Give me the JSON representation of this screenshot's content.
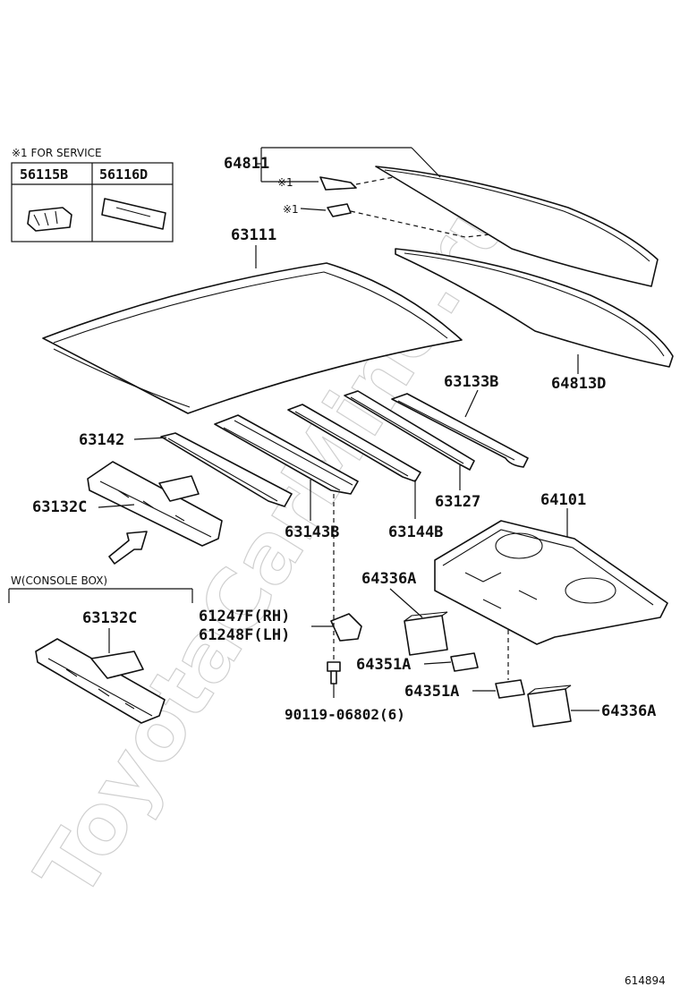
{
  "service_box": {
    "title": "※1 FOR SERVICE",
    "col1": "56115B",
    "col2": "56116D"
  },
  "console_box": {
    "title": "W(CONSOLE BOX)"
  },
  "labels": {
    "p64811": "64811",
    "mark1a": "※1",
    "mark1b": "※1",
    "p63111": "63111",
    "p64813D": "64813D",
    "p63133B": "63133B",
    "p63142": "63142",
    "p63132C_top": "63132C",
    "p63143B": "63143B",
    "p63144B": "63144B",
    "p63127": "63127",
    "p64101": "64101",
    "p64336A_top": "64336A",
    "p63132C_bottom": "63132C",
    "p61247F": "61247F(RH)",
    "p61248F": "61248F(LH)",
    "p64351A_top": "64351A",
    "p64351A_bottom": "64351A",
    "p64336A_bottom": "64336A",
    "p90119": "90119-06802(6)"
  },
  "watermark": "ToyotaCarMine.ru",
  "figure_id": "614894"
}
